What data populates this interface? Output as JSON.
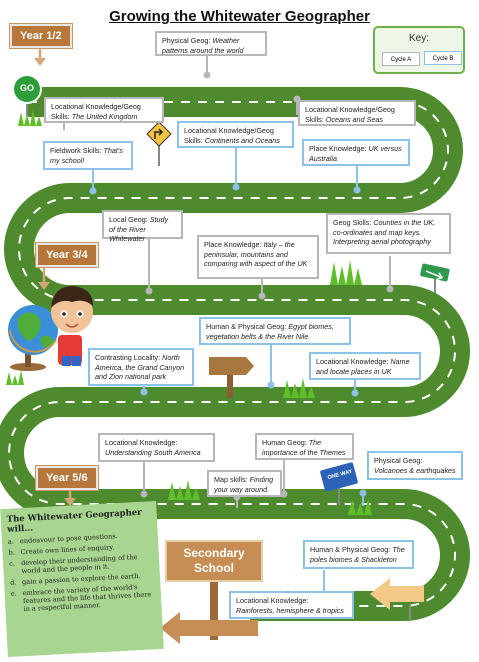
{
  "title": "Growing the Whitewater Geographer",
  "key": {
    "title": "Key:",
    "cycle_a": "Cycle A",
    "cycle_b": "Cycle B"
  },
  "years": {
    "y12": "Year 1/2",
    "y34": "Year 3/4",
    "y56": "Year 5/6"
  },
  "go_sign": "GO",
  "boxes": {
    "b01": {
      "label": "Physical Geog:",
      "text": "Weather patterns around the world"
    },
    "b02": {
      "label": "Locational Knowledge/Geog Skills:",
      "text": "The United Kingdom"
    },
    "b03": {
      "label": "Locational Knowledge/Geog Skills:",
      "text": "Oceans and Seas"
    },
    "b04": {
      "label": "Locational Knowledge/Geog Skills:",
      "text": "Continents and Oceans"
    },
    "b05": {
      "label": "Fieldwork Skills:",
      "text": "That's my school!"
    },
    "b06": {
      "label": "Place Knowledge:",
      "text": "UK versus Australia"
    },
    "b07": {
      "label": "Local Geog:",
      "text": "Study of the River Whitewater"
    },
    "b08": {
      "label": "Geog Skills:",
      "text": "Counties in the UK, co-ordinates and map keys. Interpreting aerial photography"
    },
    "b09": {
      "label": "Place Knowledge:",
      "text": "Italy – the peninsular, mountains and comparing with aspect of the UK"
    },
    "b10": {
      "label": "Human & Physical Geog:",
      "text": "Egypt biomes, vegetation belts & the River Nile."
    },
    "b11": {
      "label": "Contrasting Locality:",
      "text": "North America, the Grand Canyon and Zion national park"
    },
    "b12": {
      "label": "Locational Knowledge:",
      "text": "Name and locate places in UK"
    },
    "b13": {
      "label": "Locational Knowledge:",
      "text": "Understanding South America"
    },
    "b14": {
      "label": "Human Geog:",
      "text": "The importance of the Themes"
    },
    "b15": {
      "label": "Physical Geog:",
      "text": "Volcanoes & earthquakes"
    },
    "b16": {
      "label": "Map skills:",
      "text": "Finding your way around."
    },
    "b17": {
      "label": "Human & Physical Geog:",
      "text": "The poles biomes & Shackleton"
    },
    "b18": {
      "label": "Locational Knowledge:",
      "text": "Rainforests, hemisphere & tropics"
    }
  },
  "goals": {
    "title": "The Whitewater Geographer will...",
    "items": [
      {
        "letter": "a.",
        "text": "endeavour to pose questions."
      },
      {
        "letter": "b.",
        "text": "Create own lines of enquiry."
      },
      {
        "letter": "c.",
        "text": "develop their understanding of the world and the people in it."
      },
      {
        "letter": "d.",
        "text": "gain a passion to explore the earth."
      },
      {
        "letter": "e.",
        "text": "embrace the variety of the world's features and the life that thrives there in a respectful manner."
      }
    ]
  },
  "signs": {
    "one_way": "ONE WAY",
    "secondary_line1": "Secondary",
    "secondary_line2": "School"
  },
  "colors": {
    "road": "#4e8b2e",
    "road_line": "#ffffff",
    "cycle_a": "#b7b7b7",
    "cycle_b": "#8cc2ea",
    "year_sign": "#b7773a",
    "goals_bg": "#a8d590",
    "grass": "#5fbf2a"
  }
}
